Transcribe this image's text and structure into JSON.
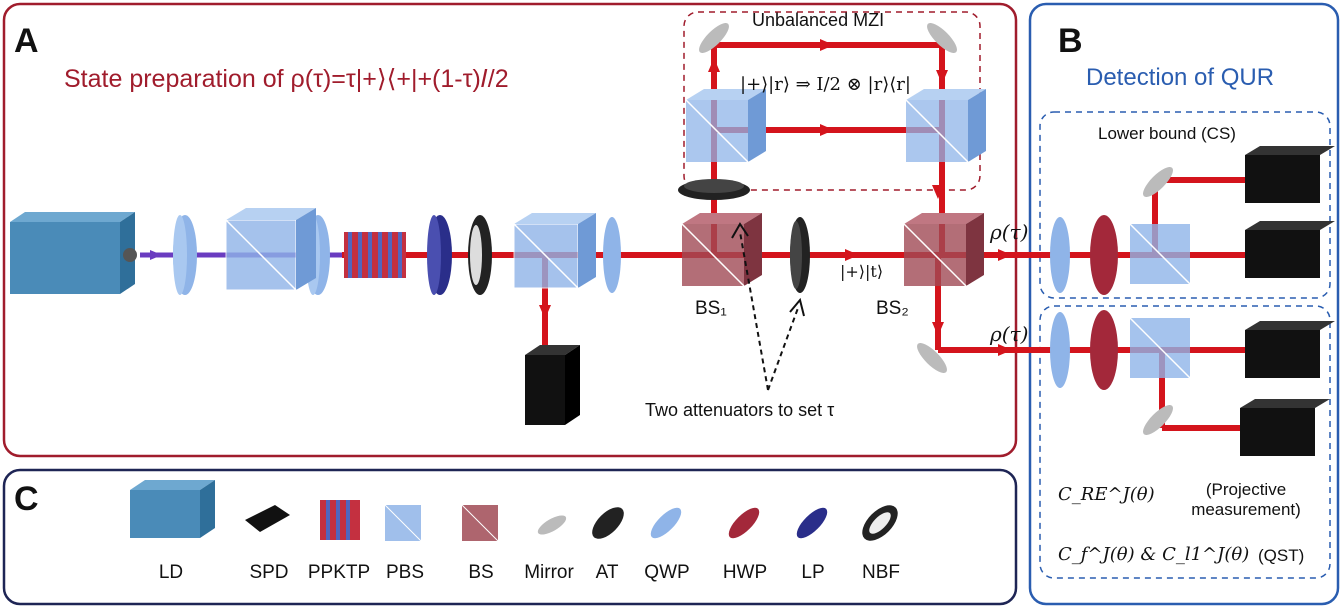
{
  "panels": {
    "a": {
      "letter": "A",
      "title": "State preparation of ρ(τ)=τ|+⟩⟨+|+(1-τ)𝐼/2"
    },
    "b": {
      "letter": "B",
      "title": "Detection of QUR"
    },
    "c": {
      "letter": "C"
    }
  },
  "labels": {
    "mzi": "Unbalanced MZI",
    "mzi_formula": "|+⟩|r⟩ ⇒ I/2 ⊗ |r⟩⟨r|",
    "bs1": "BS₁",
    "bs2": "BS₂",
    "ket_t": "|+⟩|t⟩",
    "rho_top": "ρ(τ)",
    "rho_bottom": "ρ(τ)",
    "attenuators": "Two attenuators to set τ",
    "lower_bound": "Lower bound (CS)",
    "c_re": "C_RE^J(θ)",
    "projective": "(Projective measurement)",
    "c_f_l1": "C_f^J(θ) & C_l1^J(θ)",
    "qst": "(QST)"
  },
  "legend": [
    {
      "key": "ld",
      "label": "LD"
    },
    {
      "key": "spd",
      "label": "SPD"
    },
    {
      "key": "ppktp",
      "label": "PPKTP"
    },
    {
      "key": "pbs",
      "label": "PBS"
    },
    {
      "key": "bs",
      "label": "BS"
    },
    {
      "key": "mirror",
      "label": "Mirror"
    },
    {
      "key": "at",
      "label": "AT"
    },
    {
      "key": "qwp",
      "label": "QWP"
    },
    {
      "key": "hwp",
      "label": "HWP"
    },
    {
      "key": "lp",
      "label": "LP"
    },
    {
      "key": "nbf",
      "label": "NBF"
    }
  ],
  "colors": {
    "panel_a_border": "#a01c2c",
    "panel_b_border": "#2a5db0",
    "panel_c_border": "#1e2555",
    "beam_red": "#d4141c",
    "beam_violet": "#6a3cc0",
    "pbs_blue": "#8fb4e8",
    "bs_red": "#a04a55",
    "hwp": "#a3283a",
    "lp": "#2a2e8a",
    "laser": "#4a8bb8"
  }
}
